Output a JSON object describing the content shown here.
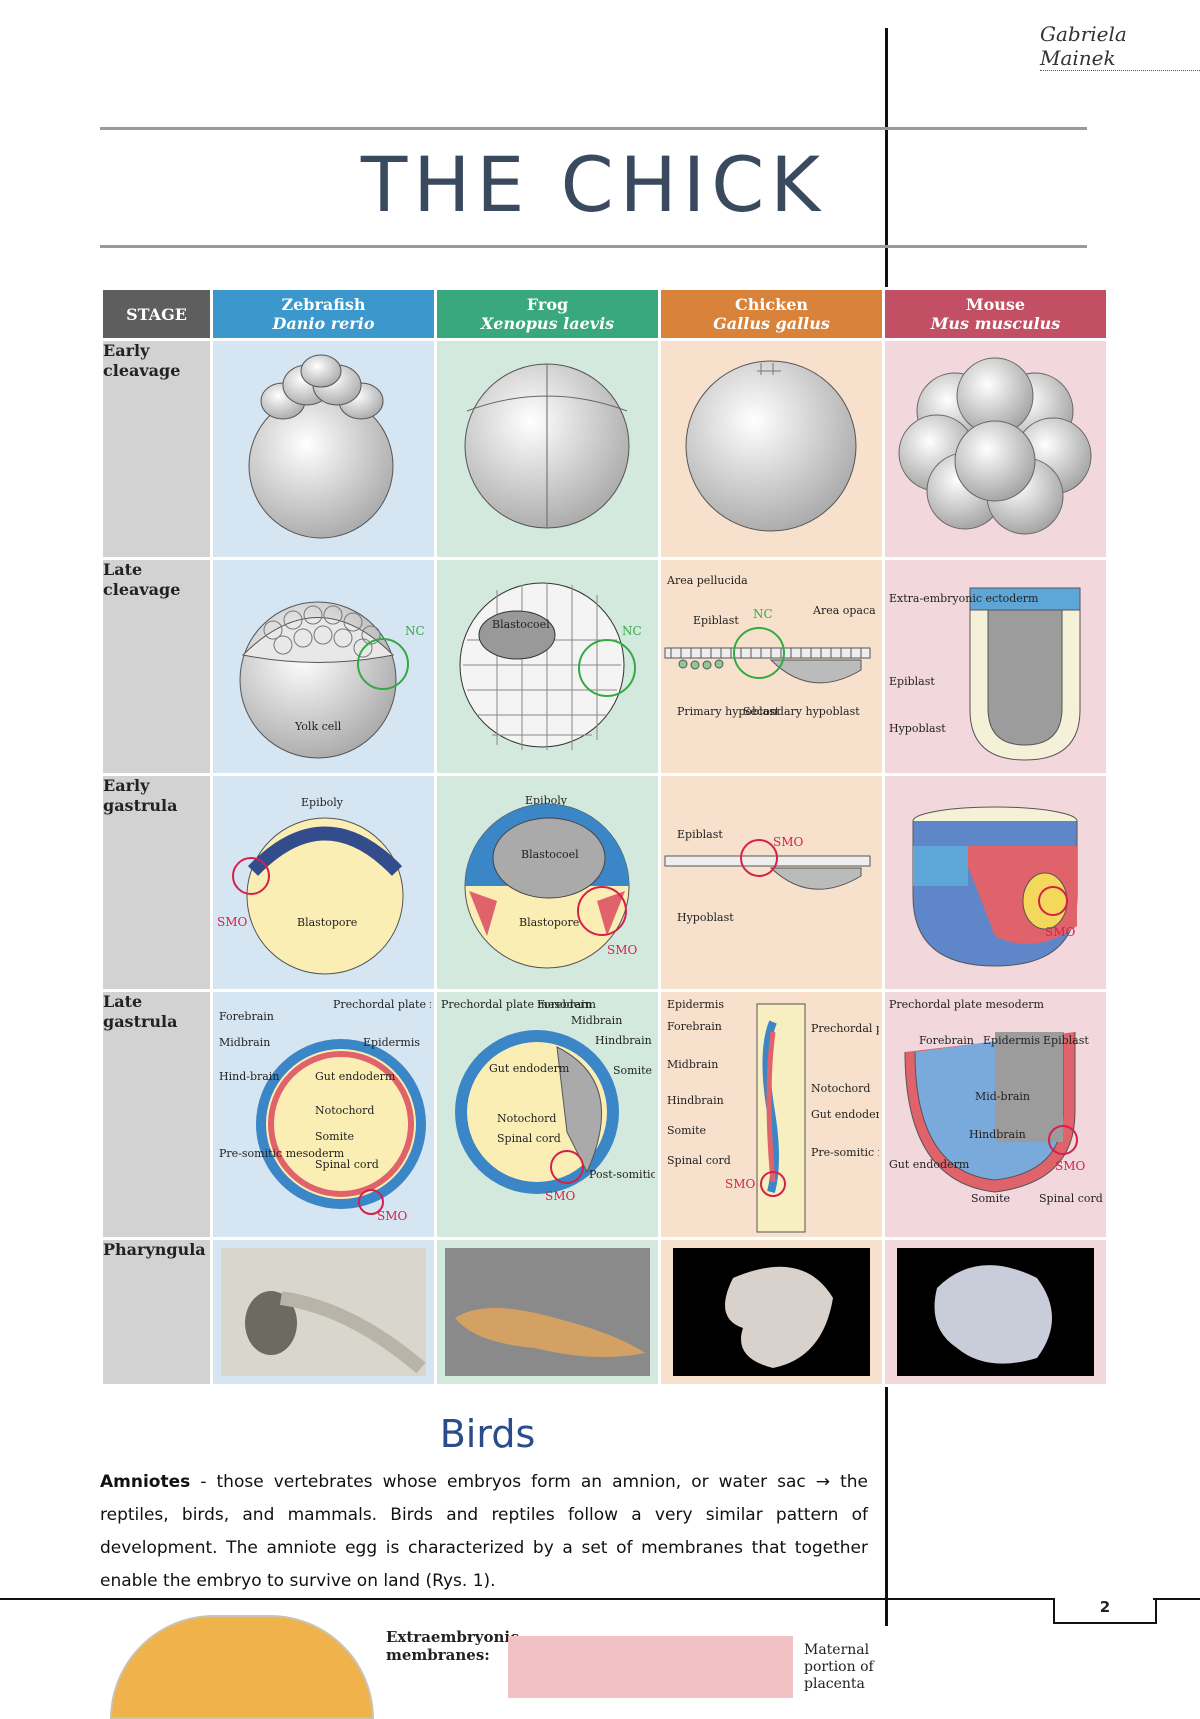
{
  "signature": "Gabriela Mainek",
  "title": "THE CHICK",
  "table": {
    "stage_header": "STAGE",
    "columns": [
      {
        "common": "Zebrafish",
        "latin": "Danio rerio"
      },
      {
        "common": "Frog",
        "latin": "Xenopus laevis"
      },
      {
        "common": "Chicken",
        "latin": "Gallus gallus"
      },
      {
        "common": "Mouse",
        "latin": "Mus musculus"
      }
    ],
    "rows": [
      "Early cleavage",
      "Late cleavage",
      "Early gastrula",
      "Late gastrula",
      "Pharyngula"
    ]
  },
  "labels": {
    "nc": "NC",
    "smo": "SMO",
    "zf_late_cleavage": {
      "yolk": "Yolk cell"
    },
    "fr_late_cleavage": {
      "blastocoel": "Blastocoel"
    },
    "ch_late_cleavage": {
      "area_pellucida": "Area pellucida",
      "epiblast": "Epiblast",
      "area_opaca": "Area opaca",
      "primary": "Primary hypoblast",
      "secondary": "Secondary hypoblast"
    },
    "mo_late_cleavage": {
      "extra": "Extra-embryonic ectoderm",
      "epiblast": "Epiblast",
      "hypoblast": "Hypoblast"
    },
    "zf_early_gastrula": {
      "epiboly": "Epiboly",
      "blastopore": "Blastopore"
    },
    "fr_early_gastrula": {
      "epiboly": "Epiboly",
      "blastocoel": "Blastocoel",
      "blastopore": "Blastopore"
    },
    "ch_early_gastrula": {
      "epiblast": "Epiblast",
      "hypoblast": "Hypoblast"
    },
    "zf_late_gastrula": {
      "forebrain": "Forebrain",
      "prechordal": "Prechordal plate mesoderm",
      "midbrain": "Midbrain",
      "epidermis": "Epidermis",
      "hindbrain": "Hind-brain",
      "gut": "Gut endoderm",
      "notochord": "Notochord",
      "somite": "Somite",
      "presomitic": "Pre-somitic mesoderm",
      "spinal": "Spinal cord"
    },
    "fr_late_gastrula": {
      "prechordal": "Prechordal plate mesoderm",
      "forebrain": "Forebrain",
      "midbrain": "Midbrain",
      "hindbrain": "Hindbrain",
      "somite": "Somite",
      "gut": "Gut endoderm",
      "notochord": "Notochord",
      "spinal": "Spinal cord",
      "postsomitic": "Post-somitic mesoderm"
    },
    "ch_late_gastrula": {
      "epidermis": "Epidermis",
      "forebrain": "Forebrain",
      "prechordal": "Prechordal plate mesoderm",
      "midbrain": "Midbrain",
      "notochord": "Notochord",
      "hindbrain": "Hindbrain",
      "gut": "Gut endoderm",
      "somite": "Somite",
      "presomitic": "Pre-somitic mesoderm",
      "spinal": "Spinal cord"
    },
    "mo_late_gastrula": {
      "prechordal": "Prechordal plate mesoderm",
      "forebrain": "Forebrain",
      "epidermis": "Epidermis",
      "epiblast": "Epiblast",
      "midbrain": "Mid-brain",
      "hindbrain": "Hindbrain",
      "gut": "Gut endoderm",
      "somite": "Somite",
      "spinal": "Spinal cord"
    }
  },
  "section_heading": "Birds",
  "paragraph": {
    "term": "Amniotes",
    "text": " - those vertebrates whose embryos form an amnion, or water sac → the reptiles, birds, and mammals. Birds and reptiles follow a very similar pattern of development. The amniote egg is characterized by a set of membranes that together enable the embryo to survive on land (Rys. 1)."
  },
  "page_number": "2",
  "figure": {
    "label1": "Extraembryonic membranes:",
    "label2": "Maternal portion of placenta"
  },
  "colors": {
    "zebrafish": "#3b97cc",
    "frog": "#3aa87e",
    "chicken": "#d9823a",
    "mouse": "#c24f63",
    "stage": "#5e5e5e",
    "title": "#3a4a5e",
    "heading": "#2b4c8c"
  }
}
